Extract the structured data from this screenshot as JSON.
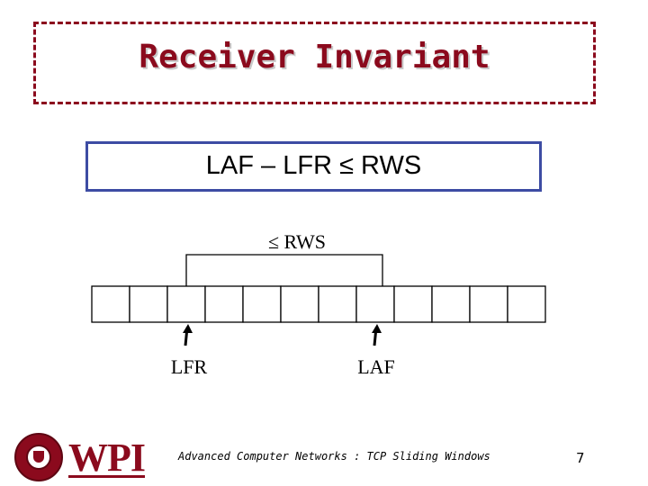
{
  "title": "Receiver Invariant",
  "formula": "LAF – LFR ≤ RWS",
  "diagram": {
    "window_label": "≤ RWS",
    "cell_count": 12,
    "window_span": [
      3,
      7
    ],
    "lfr": {
      "label": "LFR",
      "cell": 3
    },
    "laf": {
      "label": "LAF",
      "cell": 8
    }
  },
  "footer": {
    "course": "Advanced Computer Networks : TCP Sliding Windows",
    "page": "7"
  },
  "colors": {
    "title": "#8b0a1d",
    "formula_border": "#3d4ca3"
  },
  "logo": {
    "seal_icon": "wpi-seal-icon",
    "text": "WPI"
  }
}
